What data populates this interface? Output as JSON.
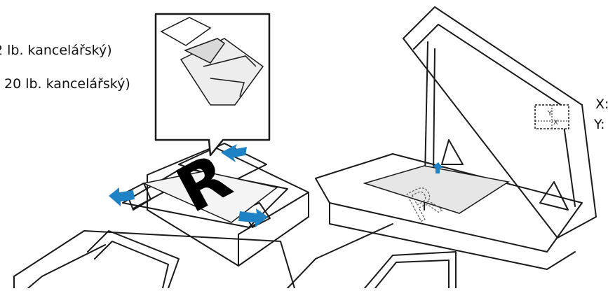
{
  "labels": {
    "feeder_weight_1": "2 lb. kancelářský)",
    "feeder_weight_2": "20 lb. kancelářský)",
    "size_x_label": "X:",
    "size_y_label": "Y:",
    "glass_y_marker": "Y",
    "glass_x_marker": "X"
  },
  "document_letter": "R",
  "colors": {
    "arrow_blue": "#1e82c4",
    "line": "#1a1a1a",
    "paper": "#f4f4f4",
    "glass_gray": "#e6e6e6",
    "letter_black": "#000000"
  }
}
